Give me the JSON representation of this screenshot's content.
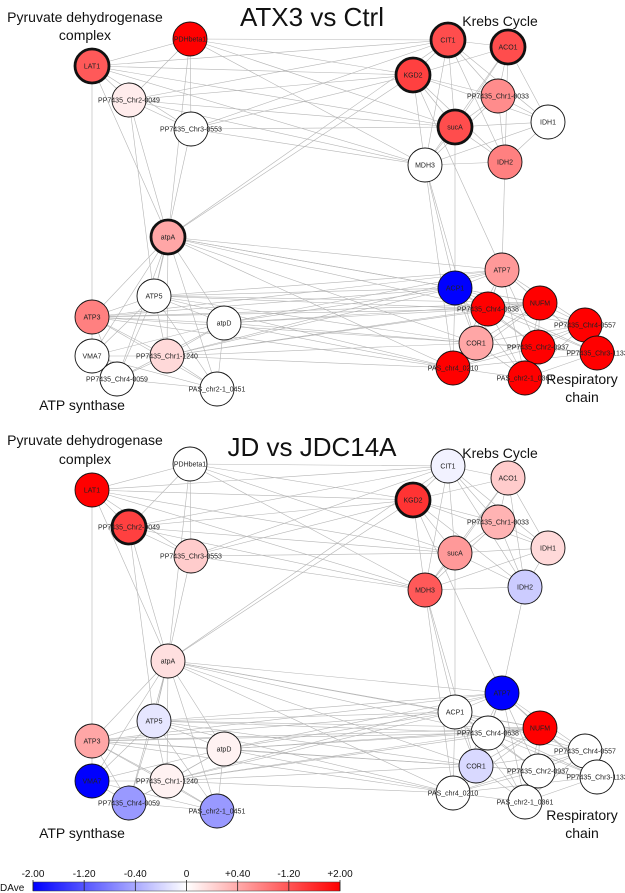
{
  "panels": [
    {
      "title": "ATX3 vs Ctrl",
      "labels": {
        "pdh": "Pyruvate dehydrogenase",
        "pdh2": "complex",
        "krebs": "Krebs Cycle",
        "atp": "ATP synthase",
        "resp": "Respiratory",
        "resp2": "chain"
      },
      "nodes": [
        {
          "id": "LAT1",
          "value": 1.3,
          "bold": true
        },
        {
          "id": "PDHbeta1",
          "value": 2.0,
          "bold": false
        },
        {
          "id": "PP7435_Chr2-0049",
          "value": 0.15,
          "bold": false
        },
        {
          "id": "PP7435_Chr3-0553",
          "value": 0.0,
          "bold": false
        },
        {
          "id": "CIT1",
          "value": 1.4,
          "bold": true
        },
        {
          "id": "ACO1",
          "value": 1.4,
          "bold": true
        },
        {
          "id": "KGD2",
          "value": 1.5,
          "bold": true
        },
        {
          "id": "PP7435_Chr1-0033",
          "value": 0.9,
          "bold": false
        },
        {
          "id": "sucA",
          "value": 1.4,
          "bold": true
        },
        {
          "id": "IDH1",
          "value": 0.0,
          "bold": false
        },
        {
          "id": "MDH3",
          "value": 0.0,
          "bold": false
        },
        {
          "id": "IDH2",
          "value": 1.0,
          "bold": false
        },
        {
          "id": "atpA",
          "value": 0.7,
          "bold": true
        },
        {
          "id": "ATP5",
          "value": 0.0,
          "bold": false
        },
        {
          "id": "ATP3",
          "value": 1.0,
          "bold": false
        },
        {
          "id": "atpD",
          "value": 0.0,
          "bold": false
        },
        {
          "id": "VMA7",
          "value": 0.0,
          "bold": false
        },
        {
          "id": "PP7435_Chr1-1240",
          "value": 0.3,
          "bold": false
        },
        {
          "id": "PP7435_Chr4-0059",
          "value": 0.0,
          "bold": false
        },
        {
          "id": "PAS_chr2-1_0451",
          "value": 0.0,
          "bold": false
        },
        {
          "id": "ATP7",
          "value": 0.8,
          "bold": false
        },
        {
          "id": "ACP1",
          "value": -2.0,
          "bold": false
        },
        {
          "id": "NUFM",
          "value": 2.0,
          "bold": false
        },
        {
          "id": "PP7435_Chr4-0638",
          "value": 2.0,
          "bold": false
        },
        {
          "id": "PP7435_Chr4-0557",
          "value": 2.0,
          "bold": false
        },
        {
          "id": "COR1",
          "value": 0.7,
          "bold": false
        },
        {
          "id": "PP7435_Chr2-0937",
          "value": 2.0,
          "bold": false
        },
        {
          "id": "PP7435_Chr3-1133",
          "value": 2.0,
          "bold": false
        },
        {
          "id": "PAS_chr4_0210",
          "value": 2.0,
          "bold": false
        },
        {
          "id": "PAS_chr2-1_0361",
          "value": 2.0,
          "bold": false
        }
      ]
    },
    {
      "title": "JD vs JDC14A",
      "labels": {
        "pdh": "Pyruvate dehydrogenase",
        "pdh2": "complex",
        "krebs": "Krebs Cycle",
        "atp": "ATP synthase",
        "resp": "Respiratory",
        "resp2": "chain"
      },
      "nodes": [
        {
          "id": "LAT1",
          "value": 2.0,
          "bold": false
        },
        {
          "id": "PDHbeta1",
          "value": 0.0,
          "bold": false
        },
        {
          "id": "PP7435_Chr2-0049",
          "value": 1.5,
          "bold": true
        },
        {
          "id": "PP7435_Chr3-0553",
          "value": 0.4,
          "bold": false
        },
        {
          "id": "CIT1",
          "value": -0.1,
          "bold": false
        },
        {
          "id": "ACO1",
          "value": 0.4,
          "bold": false
        },
        {
          "id": "KGD2",
          "value": 1.6,
          "bold": true
        },
        {
          "id": "PP7435_Chr1-0033",
          "value": 0.6,
          "bold": false
        },
        {
          "id": "sucA",
          "value": 0.8,
          "bold": false
        },
        {
          "id": "IDH1",
          "value": 0.3,
          "bold": false
        },
        {
          "id": "MDH3",
          "value": 1.3,
          "bold": false
        },
        {
          "id": "IDH2",
          "value": -0.4,
          "bold": false
        },
        {
          "id": "atpA",
          "value": 0.25,
          "bold": false
        },
        {
          "id": "ATP5",
          "value": -0.2,
          "bold": false
        },
        {
          "id": "ATP3",
          "value": 0.7,
          "bold": false
        },
        {
          "id": "atpD",
          "value": 0.1,
          "bold": false
        },
        {
          "id": "VMA7",
          "value": -2.0,
          "bold": false
        },
        {
          "id": "PP7435_Chr1-1240",
          "value": 0.1,
          "bold": false
        },
        {
          "id": "PP7435_Chr4-0059",
          "value": -0.8,
          "bold": false
        },
        {
          "id": "PAS_chr2-1_0451",
          "value": -0.8,
          "bold": false
        },
        {
          "id": "ATP7",
          "value": -2.0,
          "bold": false
        },
        {
          "id": "ACP1",
          "value": 0.0,
          "bold": false
        },
        {
          "id": "NUFM",
          "value": 2.0,
          "bold": false
        },
        {
          "id": "PP7435_Chr4-0638",
          "value": 0.0,
          "bold": false
        },
        {
          "id": "PP7435_Chr4-0557",
          "value": 0.0,
          "bold": false
        },
        {
          "id": "COR1",
          "value": -0.3,
          "bold": false
        },
        {
          "id": "PP7435_Chr2-0937",
          "value": 0.0,
          "bold": false
        },
        {
          "id": "PP7435_Chr3-1133",
          "value": 0.0,
          "bold": false
        },
        {
          "id": "PAS_chr4_0210",
          "value": 0.0,
          "bold": false
        },
        {
          "id": "PAS_chr2-1_0361",
          "value": 0.0,
          "bold": false
        }
      ]
    }
  ],
  "colorbar": {
    "label": "DAve",
    "ticks": [
      "-2.00",
      "-1.20",
      "-0.40",
      "0",
      "+0.40",
      "-1.20",
      "+2.00"
    ],
    "min": -2.0,
    "max": 2.0,
    "low_color": "#0000ff",
    "mid_color": "#ffffff",
    "high_color": "#ff0000"
  }
}
